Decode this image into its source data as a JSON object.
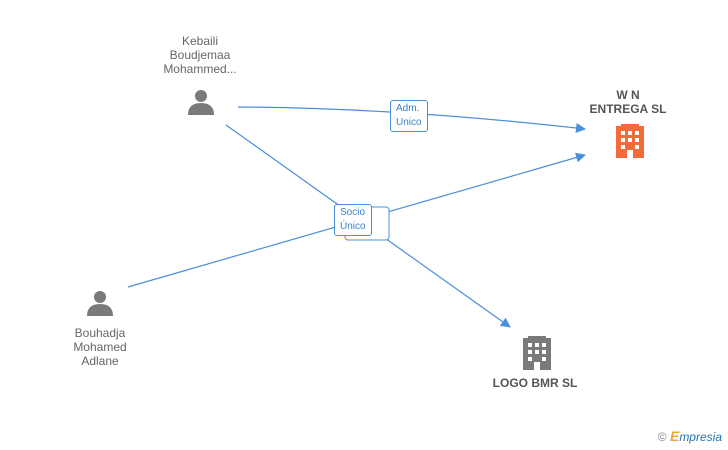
{
  "colors": {
    "edge": "#4a8fd8",
    "person": "#7a7a7a",
    "company_highlight": "#f26b3a",
    "company": "#7a7a7a"
  },
  "nodes": {
    "kebaili": {
      "label": "Kebaili\nBoudjemaa\nMohammed...",
      "icon": "person-icon"
    },
    "bouhadja": {
      "label": "Bouhadja\nMohamed\nAdlane",
      "icon": "person-icon"
    },
    "wn_entrega": {
      "label": "W N\nENTREGA  SL",
      "icon": "building-icon"
    },
    "logo_bmr": {
      "label": "LOGO BMR  SL",
      "icon": "building-icon"
    }
  },
  "edges": {
    "adm_unico": "Adm.\nUnico",
    "socio_unico": "Socio\nÚnico"
  },
  "watermark": {
    "copyright": "©",
    "brand_first": "E",
    "brand_rest": "mpresia"
  }
}
